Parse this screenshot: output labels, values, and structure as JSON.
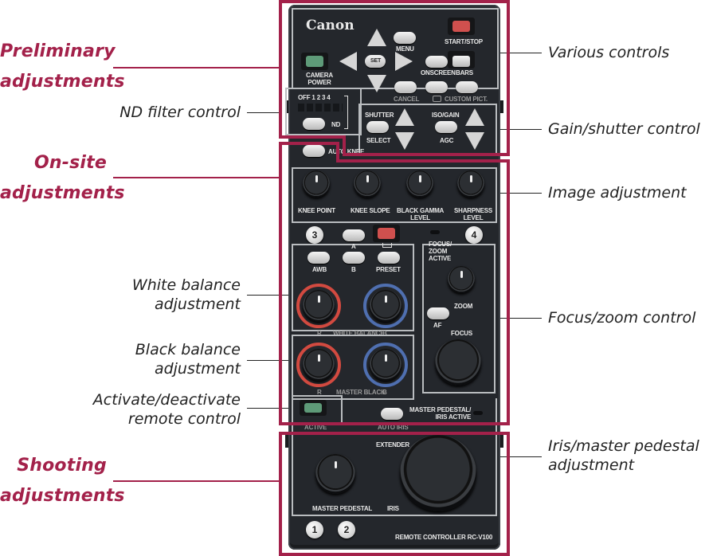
{
  "colors": {
    "accent": "#a3214a",
    "device_body": "#24272c",
    "outline": "#b9bcbf",
    "red_button": "#d0504e",
    "green_button": "#5e9a78",
    "wb_red": "#d24a40",
    "wb_blue": "#4f6fb0"
  },
  "categories": {
    "preliminary": [
      "Preliminary",
      "adjustments"
    ],
    "onsite": [
      "On-site",
      "adjustments"
    ],
    "shooting": [
      "Shooting",
      "adjustments"
    ]
  },
  "callouts_left": {
    "nd_filter": "ND filter control",
    "white_balance": [
      "White balance",
      "adjustment"
    ],
    "black_balance": [
      "Black balance",
      "adjustment"
    ],
    "activate": [
      "Activate/deactivate",
      "remote control"
    ]
  },
  "callouts_right": {
    "various": "Various controls",
    "gain_shutter": "Gain/shutter control",
    "image": "Image adjustment",
    "focus_zoom": "Focus/zoom control",
    "iris": [
      "Iris/master pedestal",
      "adjustment"
    ]
  },
  "device": {
    "brand": "Canon",
    "start_stop": "START/STOP",
    "menu": "MENU",
    "set": "SET",
    "camera_power": [
      "CAMERA",
      "POWER"
    ],
    "onscreen": "ONSCREEN",
    "bars": "BARS",
    "cancel": "CANCEL",
    "custom_pict": "CUSTOM PICT.",
    "nd_scale": "OFF 1  2  3  4",
    "nd": "ND",
    "shutter": "SHUTTER",
    "select": "SELECT",
    "iso_gain": "ISO/GAIN",
    "agc": "AGC",
    "auto_knee": "AUTO KNEE",
    "knee_point": "KNEE POINT",
    "knee_slope": "KNEE SLOPE",
    "black_gamma": [
      "BLACK GAMMA",
      "LEVEL"
    ],
    "sharpness": [
      "SHARPNESS",
      "LEVEL"
    ],
    "btn3": "3",
    "btn4": "4",
    "a": "A",
    "awb": "AWB",
    "b": "B",
    "preset": "PRESET",
    "focus_zoom_active": [
      "FOCUS/",
      "ZOOM",
      "ACTIVE"
    ],
    "zoom": "ZOOM",
    "af": "AF",
    "focus": "FOCUS",
    "white_balance": "WHITE BALANCE",
    "master_black": "MASTER BLACK",
    "r": "R",
    "b_ch": "B",
    "active": "ACTIVE",
    "auto_iris": "AUTO IRIS",
    "mp_iris_active": [
      "MASTER PEDESTAL/",
      "IRIS ACTIVE"
    ],
    "extender": "EXTENDER",
    "master_pedestal": "MASTER PEDESTAL",
    "iris": "IRIS",
    "btn1": "1",
    "btn2": "2",
    "model": "REMOTE CONTROLLER RC-V100"
  }
}
